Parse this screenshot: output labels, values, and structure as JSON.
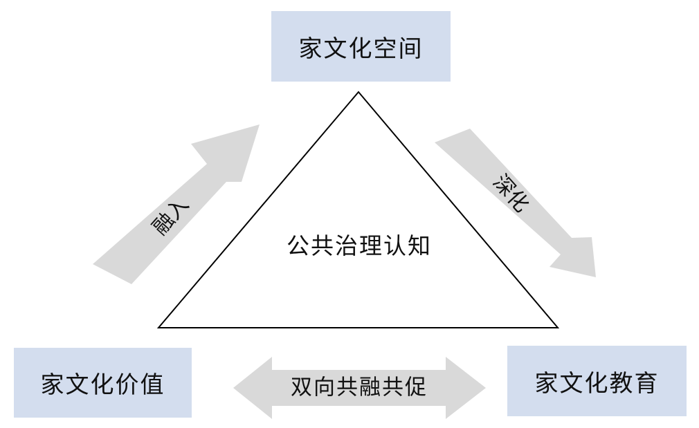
{
  "nodes": {
    "top": "家文化空间",
    "left": "家文化价值",
    "right": "家文化教育",
    "center": "公共治理认知"
  },
  "arrows": {
    "left_up": "融入",
    "right_down": "深化",
    "bottom_double": "双向共融共促"
  },
  "colors": {
    "box_fill": "#d3ddee",
    "arrow_fill": "#d9d9d9",
    "line": "#000000"
  }
}
